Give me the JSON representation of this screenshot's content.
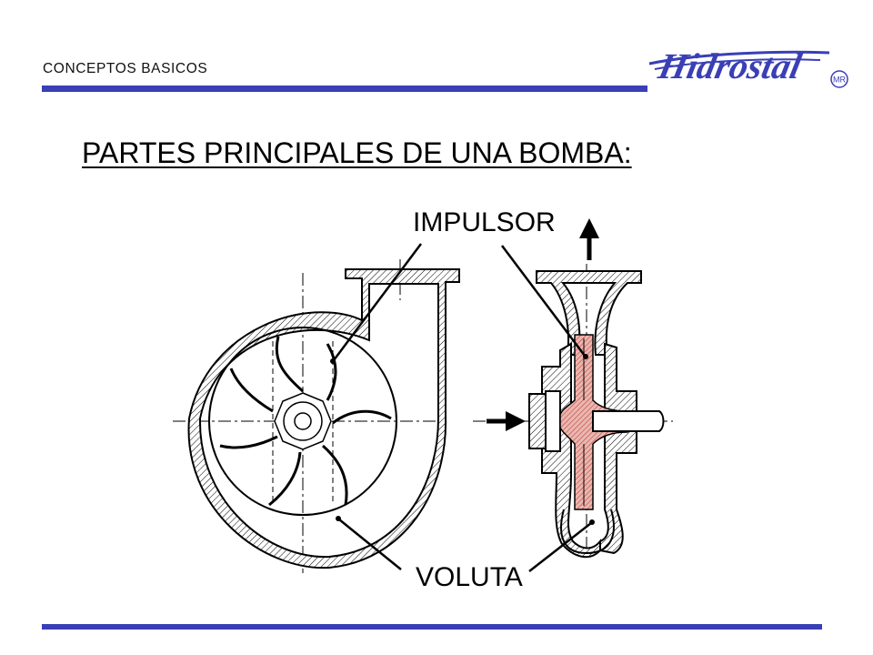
{
  "header": {
    "section_label": "CONCEPTOS BASICOS"
  },
  "logo": {
    "wordmark": "Hidrostal",
    "trademark": "MR"
  },
  "title": "PARTES PRINCIPALES DE UNA BOMBA:",
  "labels": {
    "impulsor": "IMPULSOR",
    "voluta": "VOLUTA"
  },
  "colors": {
    "accent_blue": "#3a3fb5",
    "impeller_fill": "#e8b8b0",
    "impeller_hatch": "#cc3b3b",
    "line": "#000000"
  }
}
